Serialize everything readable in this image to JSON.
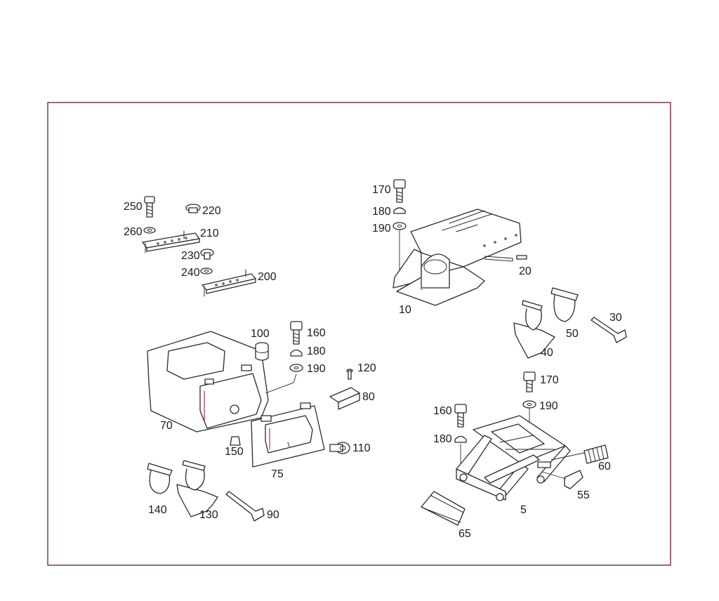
{
  "labels": {
    "p5": "5",
    "p10": "10",
    "p20": "20",
    "p30": "30",
    "p40": "40",
    "p50": "50",
    "p55": "55",
    "p60": "60",
    "p65": "65",
    "p70": "70",
    "p75": "75",
    "p80": "80",
    "p90": "90",
    "p100": "100",
    "p110": "110",
    "p120": "120",
    "p130": "130",
    "p140": "140",
    "p150": "150",
    "p160a": "160",
    "p160b": "160",
    "p170a": "170",
    "p170b": "170",
    "p180a": "180",
    "p180b": "180",
    "p180c": "180",
    "p190a": "190",
    "p190b": "190",
    "p190c": "190",
    "p200": "200",
    "p210": "210",
    "p220": "220",
    "p230": "230",
    "p240": "240",
    "p250": "250",
    "p260": "260"
  }
}
